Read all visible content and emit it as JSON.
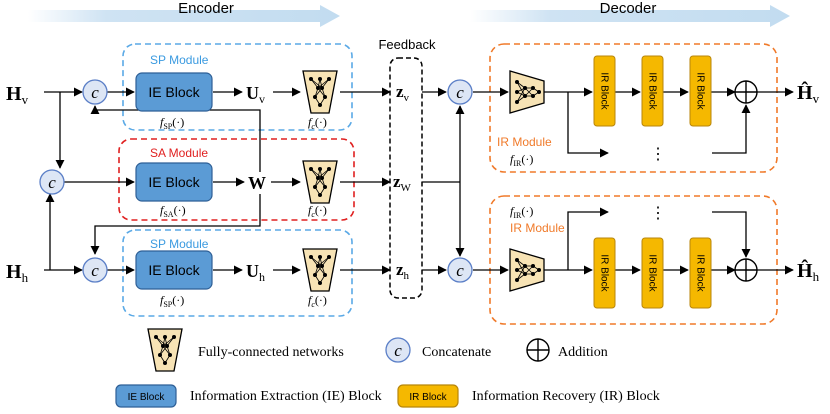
{
  "headers": {
    "encoder": "Encoder",
    "decoder": "Decoder"
  },
  "feedback": {
    "label": "Feedback"
  },
  "inputs": {
    "hv": "H",
    "hv_sub": "v",
    "hh": "H",
    "hh_sub": "h"
  },
  "outputs": {
    "hv": "Ĥ",
    "hv_sub": "v",
    "hh": "Ĥ",
    "hh_sub": "h"
  },
  "modules": {
    "sp_top_title": "SP Module",
    "sa_title": "SA Module",
    "sp_bottom_title": "SP Module",
    "ir_top_title": "IR Module",
    "ir_bottom_title": "IR Module"
  },
  "blocks": {
    "ie": "IE Block",
    "ir": "IR Block"
  },
  "concat_symbol": "c",
  "signals": {
    "uv": "U",
    "uv_sub": "v",
    "w": "W",
    "uh": "U",
    "uh_sub": "h",
    "zv": "z",
    "zv_sub": "v",
    "zw": "z",
    "zw_sub": "W",
    "zh": "z",
    "zh_sub": "h"
  },
  "functions": {
    "f": "f",
    "sp_sub": "SP",
    "sa_sub": "SA",
    "c_sub": "c",
    "ir_sub": "IR",
    "arg": "(·)"
  },
  "ellipsis": "⋮",
  "legend": {
    "fc": "Fully-connected networks",
    "concat": "Concatenate",
    "addition": "Addition",
    "ie_text": "Information Extraction (IE) Block",
    "ir_text": "Information Recovery (IR) Block"
  },
  "colors": {
    "sp_border": "#5aa9e6",
    "sa_border": "#e02020",
    "ir_border": "#f07a2a",
    "ie_fill": "#5b9bd5",
    "ir_fill": "#f5b800",
    "fc_fill": "#f7e3b5",
    "concat_fill": "#dde6f5",
    "header_arrow": "#cfe3f3"
  }
}
